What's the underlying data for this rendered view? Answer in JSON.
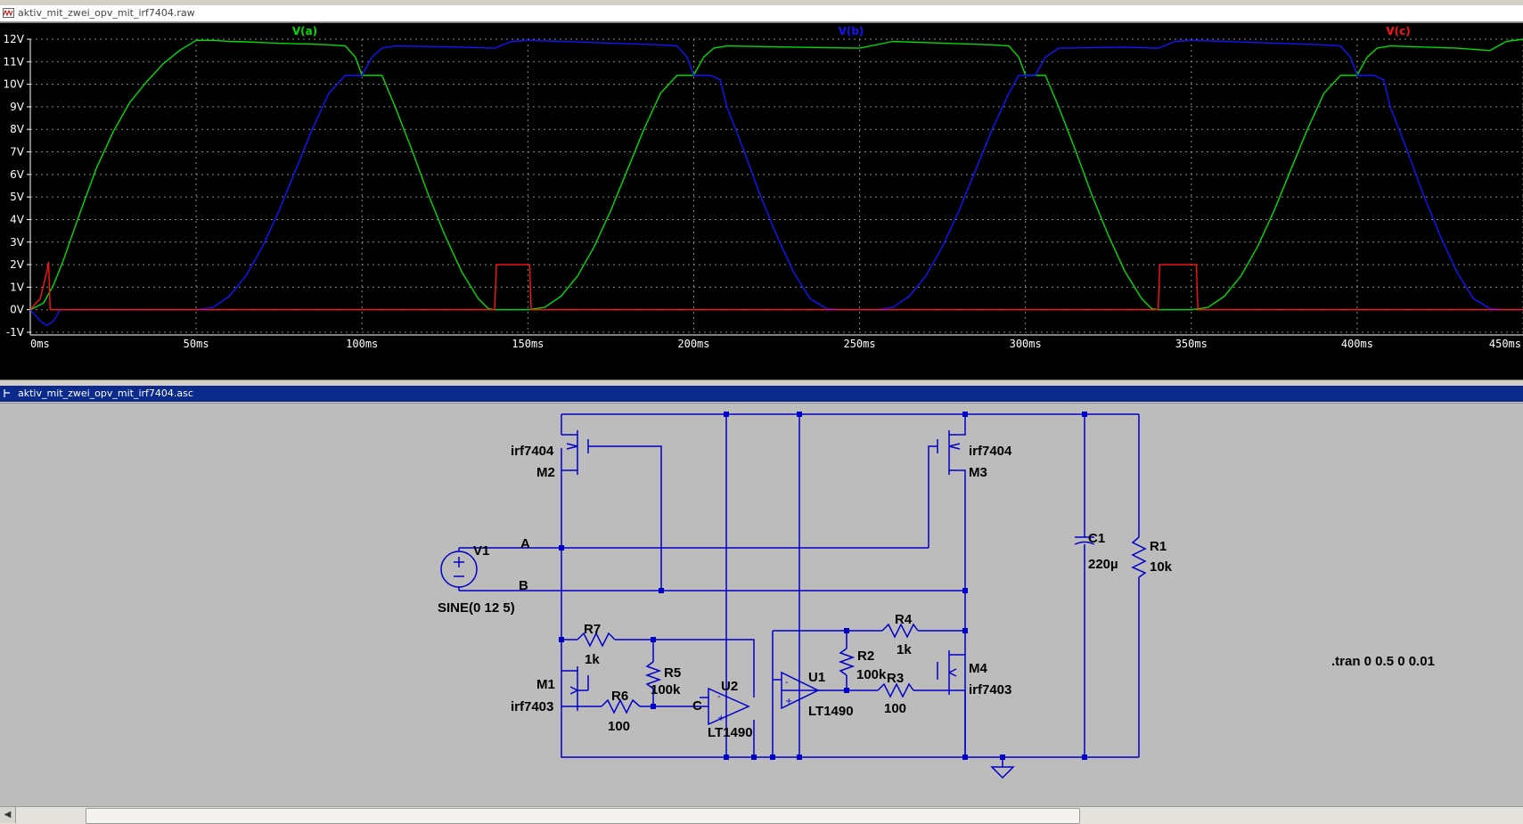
{
  "windows": {
    "plot_title": "aktiv_mit_zwei_opv_mit_irf7404.raw",
    "schematic_title": "aktiv_mit_zwei_opv_mit_irf7404.asc"
  },
  "colors": {
    "va": "#00dc00",
    "vb": "#1414ff",
    "vc": "#ff1414",
    "wire": "#0000c8",
    "plot_bg": "#000000",
    "schem_bg": "#bcbcbc"
  },
  "chart_data": {
    "type": "line",
    "xlim": [
      0,
      450
    ],
    "ylim": [
      -1,
      12
    ],
    "xunit": "ms",
    "grid": true,
    "x_ticks": [
      "0ms",
      "50ms",
      "100ms",
      "150ms",
      "200ms",
      "250ms",
      "300ms",
      "350ms",
      "400ms",
      "450ms"
    ],
    "y_ticks": [
      "12V",
      "11V",
      "10V",
      "9V",
      "8V",
      "7V",
      "6V",
      "5V",
      "4V",
      "3V",
      "2V",
      "1V",
      "0V",
      "-1V"
    ],
    "series": [
      {
        "name": "V(a)",
        "color": "#00dc00",
        "x": [
          0,
          4,
          7,
          10,
          15,
          20,
          25,
          30,
          35,
          40,
          45,
          50,
          55,
          60,
          65,
          70,
          75,
          80,
          85,
          90,
          95,
          98,
          100,
          103,
          106,
          110,
          115,
          120,
          125,
          130,
          135,
          138,
          140,
          143,
          145,
          150,
          155,
          160,
          165,
          170,
          175,
          180,
          185,
          190,
          195,
          198,
          200,
          203,
          206,
          210,
          230,
          250,
          260,
          270,
          280,
          290,
          295,
          298,
          300,
          303,
          306,
          310,
          315,
          320,
          325,
          330,
          335,
          338,
          340,
          343,
          345,
          350,
          355,
          360,
          365,
          370,
          375,
          380,
          385,
          390,
          395,
          398,
          400,
          403,
          406,
          410,
          430,
          440,
          445,
          450
        ],
        "y": [
          0,
          0.3,
          1.1,
          2.2,
          4.3,
          6.3,
          7.9,
          9.2,
          10.1,
          10.9,
          11.5,
          11.95,
          11.95,
          11.9,
          11.88,
          11.85,
          11.82,
          11.8,
          11.78,
          11.75,
          11.7,
          11.2,
          10.4,
          10.4,
          10.4,
          9,
          7.1,
          5.1,
          3.3,
          1.7,
          0.5,
          0.05,
          0,
          0,
          0,
          0,
          0.1,
          0.6,
          1.5,
          2.8,
          4.4,
          6.2,
          8,
          9.6,
          10.4,
          10.4,
          10.4,
          11.2,
          11.6,
          11.7,
          11.65,
          11.6,
          11.9,
          11.85,
          11.8,
          11.75,
          11.7,
          11.2,
          10.4,
          10.4,
          10.4,
          9,
          7.1,
          5.1,
          3.3,
          1.7,
          0.5,
          0.05,
          0,
          0,
          0,
          0,
          0.1,
          0.6,
          1.5,
          2.8,
          4.4,
          6.2,
          8,
          9.6,
          10.4,
          10.4,
          10.4,
          11.2,
          11.6,
          11.7,
          11.6,
          11.5,
          11.9,
          12
        ]
      },
      {
        "name": "V(b)",
        "color": "#1414ff",
        "x": [
          0,
          3,
          5,
          7,
          9,
          10,
          15,
          30,
          50,
          55,
          60,
          65,
          70,
          75,
          80,
          85,
          90,
          95,
          98,
          100,
          103,
          106,
          110,
          130,
          140,
          145,
          150,
          160,
          170,
          180,
          190,
          195,
          198,
          200,
          203,
          205,
          208,
          210,
          215,
          220,
          225,
          230,
          235,
          240,
          245,
          250,
          255,
          260,
          265,
          270,
          275,
          280,
          285,
          290,
          295,
          298,
          300,
          303,
          306,
          310,
          330,
          340,
          345,
          350,
          360,
          370,
          380,
          390,
          395,
          398,
          400,
          403,
          405,
          408,
          410,
          415,
          420,
          425,
          430,
          435,
          440,
          445,
          450
        ],
        "y": [
          0,
          -0.5,
          -0.7,
          -0.5,
          0,
          0,
          0,
          0,
          0,
          0.1,
          0.6,
          1.5,
          2.8,
          4.4,
          6.2,
          8,
          9.6,
          10.4,
          10.4,
          10.4,
          11.2,
          11.6,
          11.7,
          11.65,
          11.6,
          11.9,
          11.95,
          11.9,
          11.85,
          11.8,
          11.75,
          11.7,
          11.2,
          10.4,
          10.4,
          10.4,
          10.2,
          9,
          7.1,
          5.1,
          3.3,
          1.7,
          0.5,
          0.05,
          0,
          0,
          0,
          0.1,
          0.6,
          1.5,
          2.8,
          4.4,
          6.2,
          8,
          9.6,
          10.4,
          10.4,
          10.4,
          11.2,
          11.6,
          11.65,
          11.6,
          11.9,
          11.95,
          11.9,
          11.85,
          11.8,
          11.75,
          11.7,
          11.2,
          10.4,
          10.4,
          10.4,
          10.2,
          9,
          7.1,
          5.1,
          3.3,
          1.7,
          0.5,
          0.05,
          0,
          0
        ]
      },
      {
        "name": "V(c)",
        "color": "#ff1414",
        "x": [
          0,
          3,
          5,
          5.5,
          6,
          140,
          140.5,
          141,
          150,
          150.5,
          151,
          340,
          340.5,
          341,
          351,
          351.5,
          352,
          450
        ],
        "y": [
          0,
          0.5,
          1.7,
          2.1,
          0,
          0,
          2,
          2,
          2,
          2,
          0,
          0,
          2,
          2,
          2,
          2,
          0,
          0
        ]
      }
    ]
  },
  "schematic": {
    "labels": {
      "m2_model": "irf7404",
      "m2_name": "M2",
      "m3_model": "irf7404",
      "m3_name": "M3",
      "m1_name": "M1",
      "m1_model": "irf7403",
      "m4_name": "M4",
      "m4_model": "irf7403",
      "v1_name": "V1",
      "v1_value": "SINE(0 12 5)",
      "net_a": "A",
      "net_b": "B",
      "net_c": "C",
      "r7_name": "R7",
      "r7_value": "1k",
      "r5_name": "R5",
      "r5_value": "100k",
      "r6_name": "R6",
      "r6_value": "100",
      "u2_name": "U2",
      "u2_model": "LT1490",
      "u1_name": "U1",
      "u1_model": "LT1490",
      "r4_name": "R4",
      "r4_value": "1k",
      "r2_name": "R2",
      "r2_value": "100k",
      "r3_name": "R3",
      "r3_value": "100",
      "c1_name": "C1",
      "c1_value": "220µ",
      "r1_name": "R1",
      "r1_value": "10k",
      "tran": ".tran 0 0.5 0 0.01"
    }
  }
}
